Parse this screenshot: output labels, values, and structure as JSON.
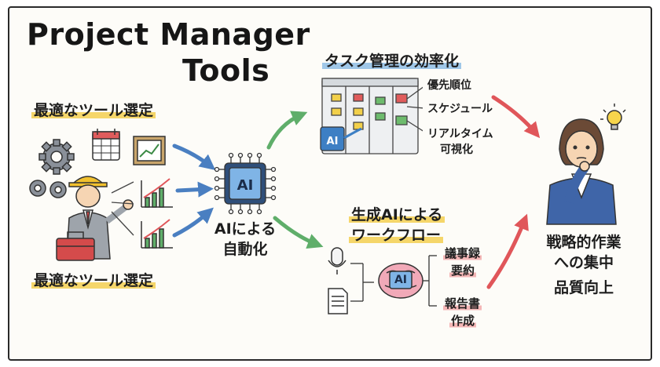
{
  "title": {
    "line1": "Project Manager",
    "line2": "Tools"
  },
  "left": {
    "heading_top": "最適なツール選定",
    "heading_bottom": "最適なツール選定"
  },
  "center": {
    "chip_text": "AI",
    "caption_line1": "AIによる",
    "caption_line2": "自動化"
  },
  "task_panel": {
    "heading": "タスク管理の効率化",
    "chip_text": "AI",
    "labels": [
      "優先順位",
      "スケジュール",
      "リアルタイム",
      "可視化"
    ]
  },
  "genai_panel": {
    "heading_line1": "生成AIによる",
    "heading_line2": "ワークフロー",
    "brain_text": "AI",
    "outputs": [
      {
        "line1": "議事録",
        "line2": "要約"
      },
      {
        "line1": "報告書",
        "line2": "作成"
      }
    ]
  },
  "result": {
    "line1": "戦略的作業",
    "line2": "への集中",
    "line3": "品質向上"
  },
  "colors": {
    "highlight_yellow": "#f5d66a",
    "highlight_blue": "#9fc7e8",
    "highlight_pink": "#f4b6b6",
    "arrow_blue": "#4a7fc1",
    "arrow_green": "#5fae6a",
    "arrow_red": "#e0565a",
    "chip_blue": "#3d7fc4"
  },
  "icons": [
    "gear-icon",
    "calendar-icon",
    "growth-chart-icon",
    "worker-icon",
    "toolbox-icon",
    "ai-chip-icon",
    "kanban-board-icon",
    "microphone-icon",
    "document-icon",
    "brain-icon",
    "lightbulb-icon",
    "thinking-person-icon"
  ]
}
